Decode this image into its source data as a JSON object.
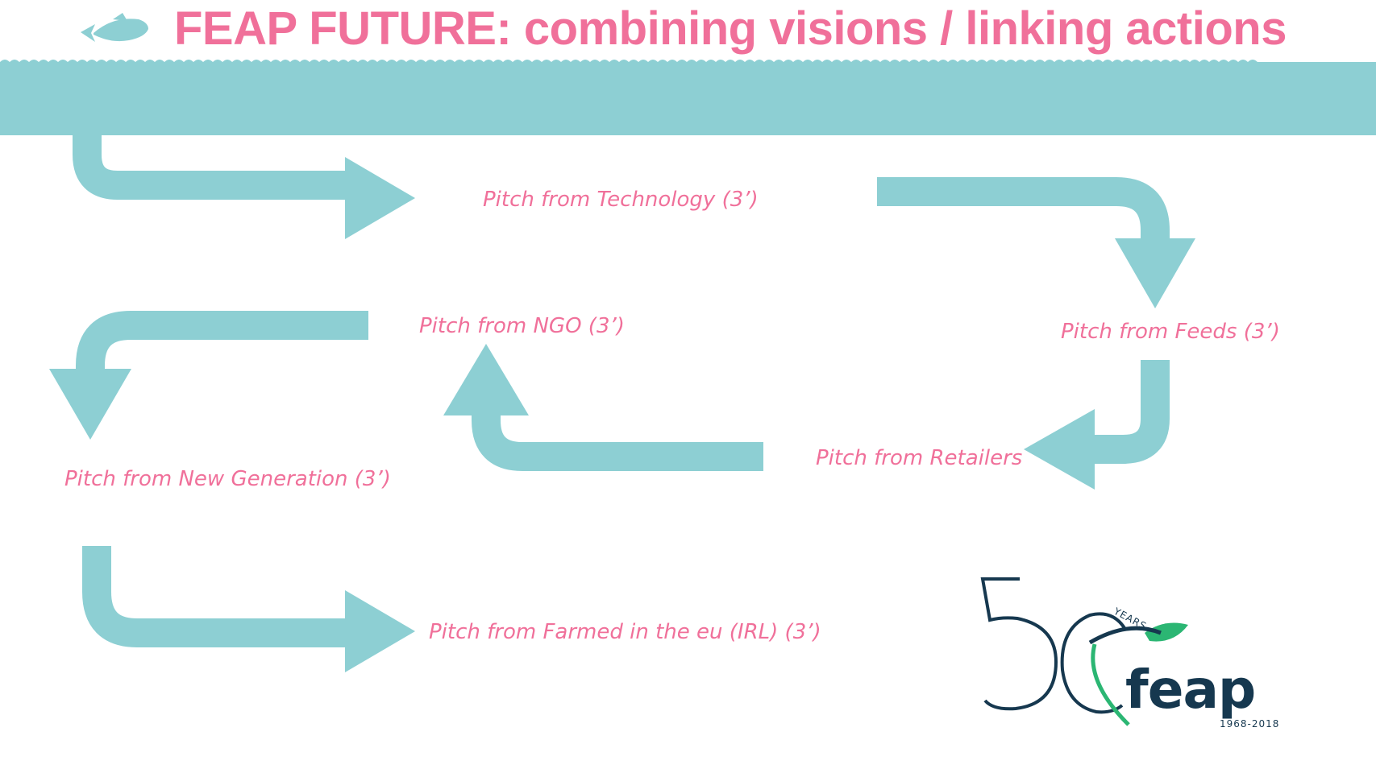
{
  "colors": {
    "accent_pink": "#f0709a",
    "teal": "#8dcfd3",
    "logo_navy": "#16384f",
    "logo_green": "#2bb673"
  },
  "header": {
    "title": "FEAP FUTURE: combining visions / linking actions",
    "icon": "fish-icon"
  },
  "pitches": [
    "Pitch from Technology (3’)",
    "Pitch from Feeds (3’)",
    "Pitch from Retailers",
    "Pitch from NGO (3’)",
    "Pitch from New Generation (3’)",
    "Pitch from Farmed in the eu (IRL) (3’)"
  ],
  "logo": {
    "number": "50",
    "years_label": "YEARS",
    "wordmark": "feap",
    "dates": "1968-2018"
  }
}
